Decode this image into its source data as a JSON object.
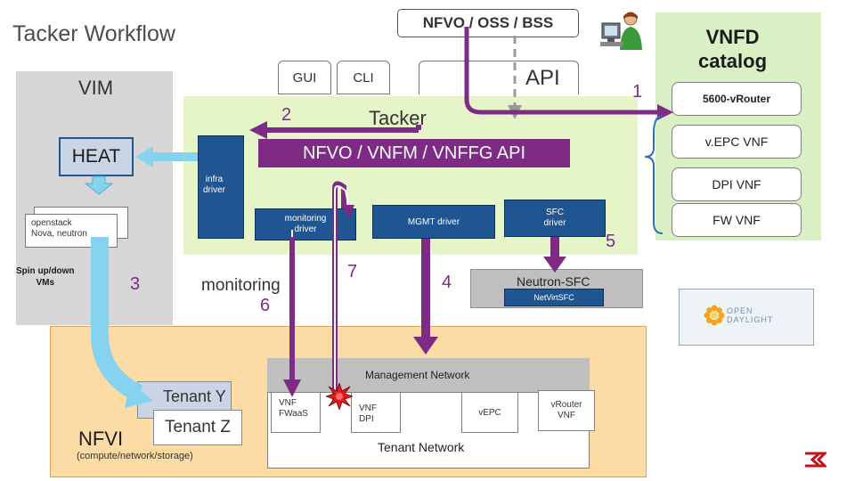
{
  "title": "Tacker Workflow",
  "top": {
    "nfvo_oss_bss": "NFVO / OSS / BSS",
    "gui": "GUI",
    "cli": "CLI",
    "api": "API",
    "user_icon": "user-at-computer-icon"
  },
  "vim": {
    "label": "VIM",
    "heat": "HEAT",
    "openstack": "openstack\nNova, neutron",
    "spin_up": "Spin up/down\nVMs"
  },
  "tacker": {
    "label": "Tacker",
    "api_bar": "NFVO / VNFM / VNFFG API",
    "infra_driver": "infra\ndriver",
    "monitoring_driver": "monitoring\ndriver",
    "mgmt_driver": "MGMT driver",
    "sfc_driver": "SFC\ndriver"
  },
  "steps": {
    "s1": "1",
    "s2": "2",
    "s3": "3",
    "s4": "4",
    "s5": "5",
    "monitoring": "monitoring",
    "s6": "6",
    "s7": "7"
  },
  "catalog": {
    "title": "VNFD\ncatalog",
    "items": [
      "5600-vRouter",
      "v.EPC VNF",
      "DPI VNF",
      "FW VNF"
    ]
  },
  "neutron_sfc": {
    "label": "Neutron-SFC",
    "netvirt": "NetVirtSFC"
  },
  "opendaylight": {
    "logo_text": "OPEN\nDAYLIGHT",
    "logo_icon": "opendaylight-flower-icon"
  },
  "nfvi": {
    "label": "NFVI",
    "sub": "(compute/network/storage)",
    "tenant_y": "Tenant Y",
    "tenant_z": "Tenant Z",
    "mgmt_network": "Management  Network",
    "tenant_network": "Tenant  Network",
    "vnf_fwaas": "VNF\nFWaaS",
    "vnf_dpi": "VNF\nDPI",
    "vepc": "vEPC",
    "vrouter": "vRouter\nVNF",
    "alert_icon": "red-burst-alert-icon"
  },
  "footer": {
    "logo_icon": "company-logo-icon"
  },
  "colors": {
    "tacker_bg": "#e6f5c8",
    "catalog_bg": "#d8f0c4",
    "vim_bg": "#d6d6d6",
    "nfvi_bg": "#fddba5",
    "box_blue": "#1f5591",
    "arrow_purple": "#7e2b86",
    "arrow_cyan": "#86d3f0",
    "bracket_blue": "#2e6fb5"
  }
}
